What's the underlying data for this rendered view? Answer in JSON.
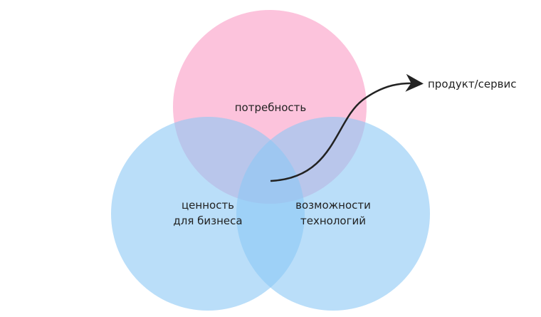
{
  "diagram": {
    "type": "venn",
    "circles": [
      {
        "id": "need",
        "label": "потребность",
        "color": "#fbb9d6"
      },
      {
        "id": "business",
        "label_line1": "ценность",
        "label_line2": "для бизнеса",
        "color": "#aed8f7"
      },
      {
        "id": "tech",
        "label_line1": "возможности",
        "label_line2": "технологий",
        "color": "#aed8f7"
      }
    ],
    "arrow": {
      "label": "продукт/сервис",
      "color": "#222222"
    }
  }
}
